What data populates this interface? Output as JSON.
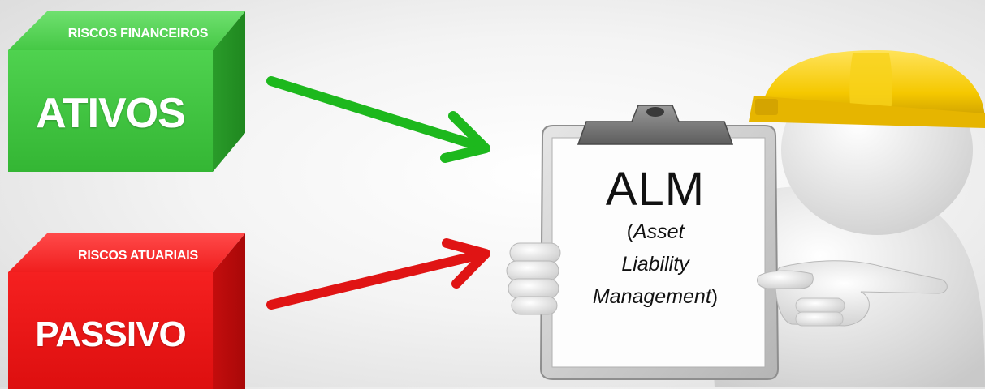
{
  "nodes": {
    "assets": {
      "category": "RISCOS FINANCEIROS",
      "label": "ATIVOS",
      "color": "#3cc23c"
    },
    "liabilities": {
      "category": "RISCOS ATUARIAIS",
      "label": "PASSIVO",
      "color": "#ee1111"
    }
  },
  "clipboard": {
    "title": "ALM",
    "lines": [
      {
        "open": "(",
        "text": "Asset",
        "close": ""
      },
      {
        "open": "",
        "text": "Liability",
        "close": ""
      },
      {
        "open": "",
        "text": "Management",
        "close": ")"
      }
    ]
  },
  "figure": {
    "description_icon": "construction-worker-figure-icon",
    "helmet_color": "#f5c800"
  },
  "edges": [
    {
      "from": "assets",
      "to": "clipboard",
      "color": "#1db81d"
    },
    {
      "from": "liabilities",
      "to": "clipboard",
      "color": "#e01414"
    }
  ]
}
